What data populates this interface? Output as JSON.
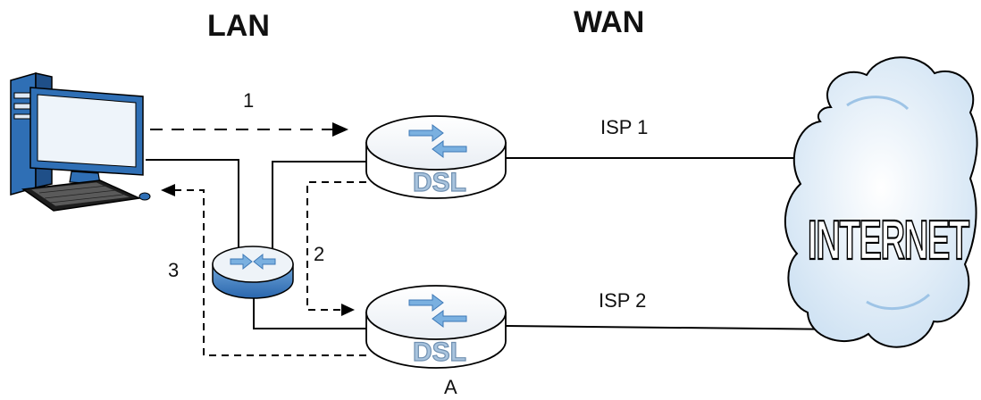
{
  "zones": {
    "lan": "LAN",
    "wan": "WAN"
  },
  "steps": {
    "step1": "1",
    "step2": "2",
    "step3": "3"
  },
  "routers": {
    "router1_label": "DSL",
    "router2_label": "DSL",
    "router2_caption": "A"
  },
  "links": {
    "isp1": "ISP 1",
    "isp2": "ISP 2"
  },
  "cloud": {
    "label": "INTERNET"
  },
  "colors": {
    "device_blue": "#2f6fb5",
    "device_light": "#dfe9f5",
    "arrow_blue": "#4f8fcf",
    "cloud_fill": "#dbeaf6"
  },
  "icons": {
    "computer": "desktop-computer-icon",
    "switch": "switch-icon",
    "router": "dsl-router-icon",
    "cloud": "internet-cloud-icon"
  }
}
